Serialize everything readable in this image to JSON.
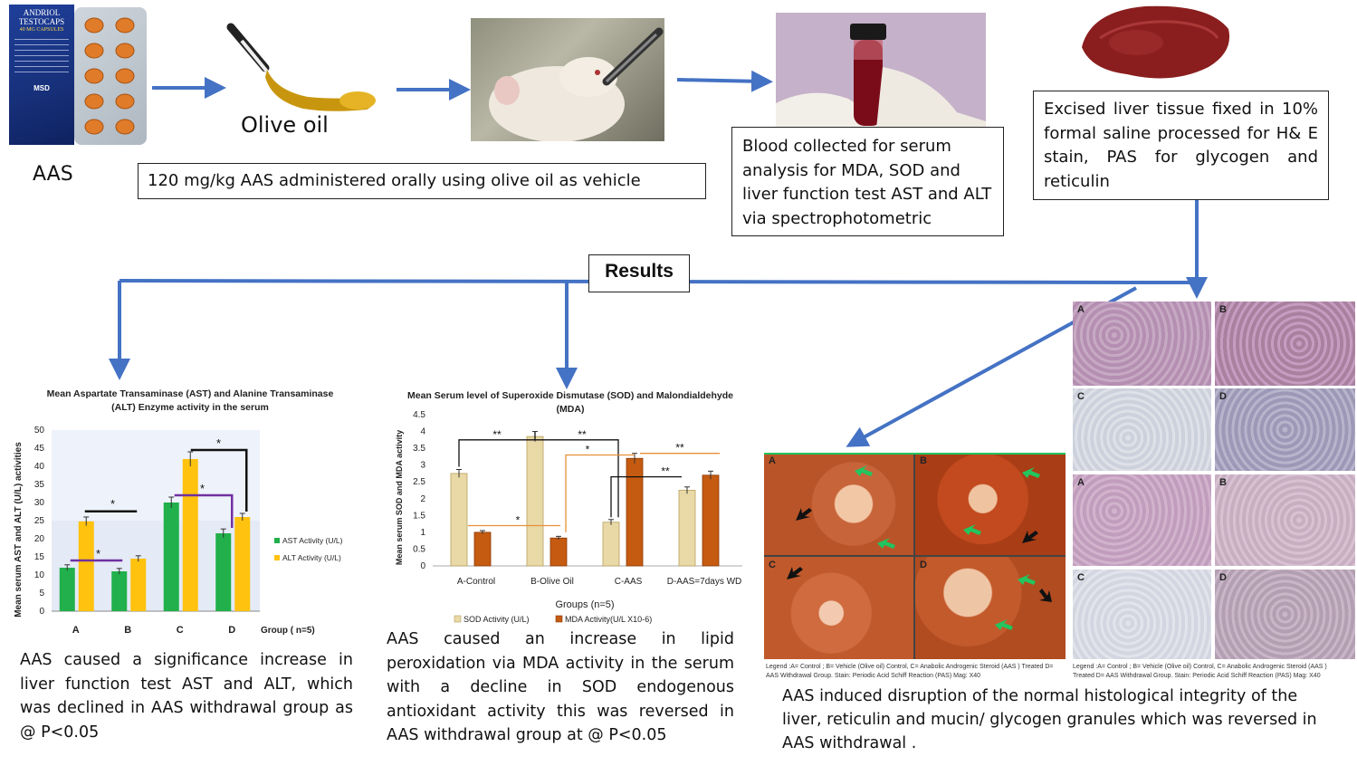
{
  "colors": {
    "arrow": "#4472c4",
    "ast_green": "#21b04b",
    "alt_yellow": "#ffc20e",
    "sod_fill": "#e9d9a6",
    "mda_fill": "#c55a11",
    "bracket_purple": "#7030a0",
    "bracket_orange": "#e69138"
  },
  "top": {
    "drug_box": {
      "brand": "ANDRIOL TESTOCAPS",
      "dose": "40 MG CAPSULES",
      "maker": "MSD"
    },
    "aas_label": "AAS",
    "olive_oil_label": "Olive oil",
    "admin_caption": "120 mg/kg AAS administered orally using olive oil as vehicle",
    "blood_caption": "Blood collected for serum analysis for MDA, SOD and liver function test AST and ALT via spectrophotometric",
    "liver_caption": "Excised liver tissue fixed in 10% formal saline processed for H& E stain, PAS for glycogen and reticulin",
    "results_label": "Results"
  },
  "chart_data": [
    {
      "type": "bar",
      "title": "Mean  Aspartate Transaminase (AST) and Alanine Transaminase (ALT) Enzyme activity in the serum",
      "xlabel": "Group ( n=5)",
      "ylabel": "Mean  serum AST and ALT (U/L)  activities",
      "categories": [
        "A",
        "B",
        "C",
        "D"
      ],
      "ylim": [
        0,
        50
      ],
      "yticks": [
        "0",
        "5",
        "10",
        "15",
        "20",
        "25",
        "30",
        "35",
        "40",
        "45",
        "50"
      ],
      "series": [
        {
          "name": "AST Activity (U/L)",
          "values": [
            12,
            11,
            30,
            21.5
          ],
          "errors": [
            0.8,
            0.8,
            1.5,
            1.2
          ]
        },
        {
          "name": "ALT Activity (U/L)",
          "values": [
            24.8,
            14.5,
            42,
            26
          ],
          "errors": [
            1.2,
            0.8,
            2,
            1
          ]
        }
      ],
      "significance": "*",
      "legend": "right"
    },
    {
      "type": "bar",
      "title": "Mean Serum level of Superoxide Dismutase (SOD) and Malondialdehyde (MDA)",
      "xlabel": "Groups (n=5)",
      "ylabel": "Mean serum SOD and MDA activity",
      "categories": [
        "A-Control",
        "B-Olive Oil",
        "C-AAS",
        "D-AAS=7days WD"
      ],
      "ylim": [
        0,
        4.5
      ],
      "yticks": [
        "0",
        "0.5",
        "1",
        "1.5",
        "2",
        "2.5",
        "3",
        "3.5",
        "4",
        "4.5"
      ],
      "series": [
        {
          "name": "SOD Activity  (U/L)",
          "values": [
            2.75,
            3.85,
            1.3,
            2.25
          ],
          "errors": [
            0.12,
            0.15,
            0.08,
            0.1
          ]
        },
        {
          "name": "MDA Activity(U/L X10-6)",
          "values": [
            1.0,
            0.83,
            3.2,
            2.7
          ],
          "errors": [
            0.05,
            0.05,
            0.15,
            0.12
          ]
        }
      ],
      "significance_single": "*",
      "significance_double": "**",
      "legend": "bottom"
    }
  ],
  "captions": {
    "ast_alt": "AAS caused a significance increase in liver function test AST and ALT, which was declined in AAS withdrawal group as @ P<0.05",
    "sod_mda": "AAS caused an increase in lipid peroxidation via MDA activity in the serum with a decline in SOD endogenous antioxidant activity this was reversed in AAS withdrawal group at @ P<0.05",
    "histology": "AAS induced disruption of the normal histological integrity of the liver, reticulin and mucin/ glycogen granules which was reversed in AAS withdrawal ."
  },
  "histology": {
    "left_panels": [
      "A",
      "B",
      "C",
      "D"
    ],
    "left_legend": "Legend :A= Control ; B= Vehicle (Olive oil) Control, C= Anabolic Androgenic Steroid (AAS ) Treated D= AAS Withdrawal Group.  Stain: Periodic Acid Schiff Reaction (PAS)  Mag: X40",
    "right_panels": [
      "A",
      "B",
      "C",
      "D",
      "A",
      "B",
      "C",
      "D"
    ],
    "right_legend": "Legend :A= Control ; B= Vehicle (Olive oil) Control,  C= Anabolic Androgenic Steroid (AAS ) Treated D= AAS Withdrawal Group.  Stain: Periodic Acid Schiff Reaction (PAS)  Mag: X40"
  }
}
